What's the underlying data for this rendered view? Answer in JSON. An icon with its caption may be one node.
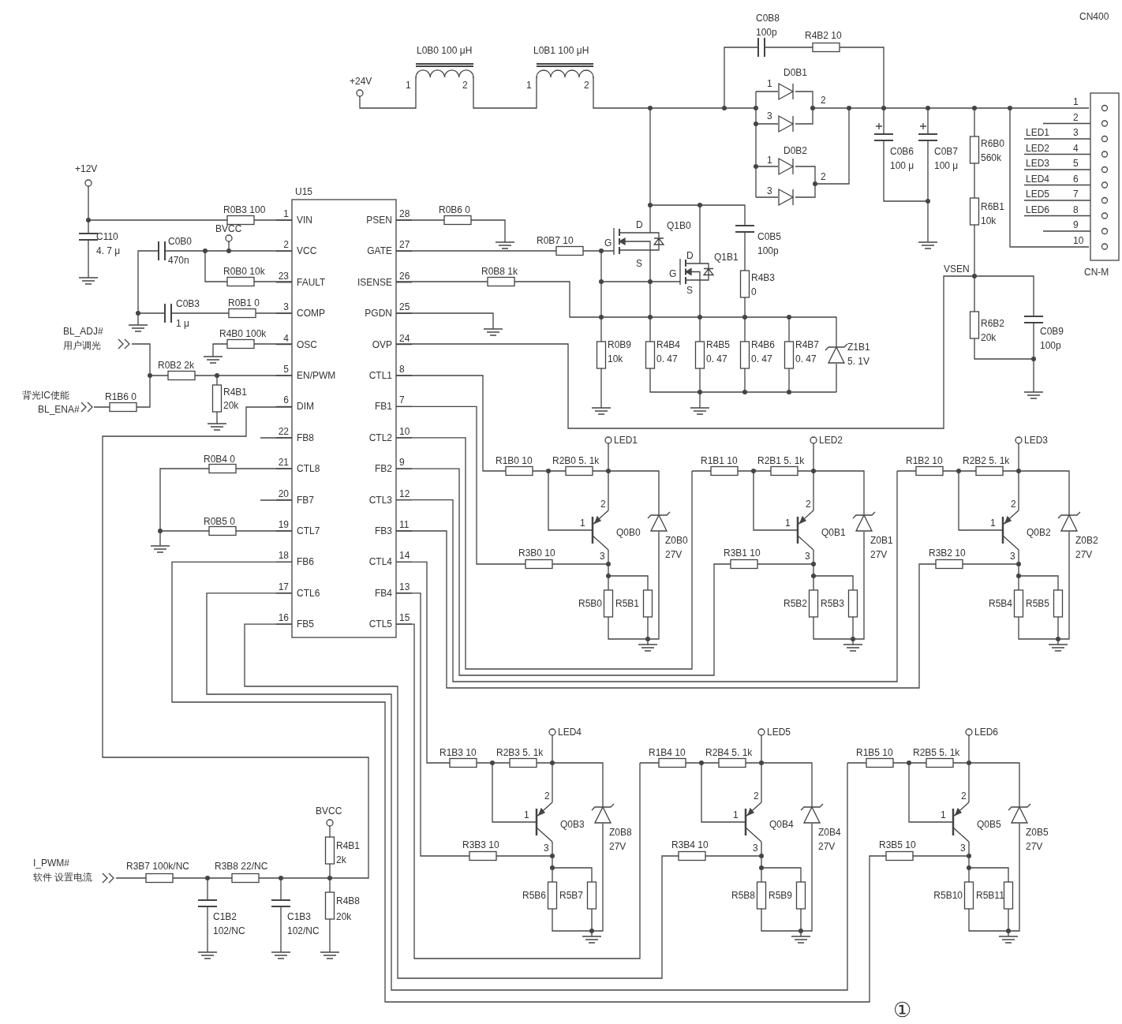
{
  "diagram": {
    "labels": [
      "+24V",
      "L0B0 100 μH",
      "1",
      "2",
      "L0B1 100 μH",
      "1",
      "2",
      "C0B8",
      "100p",
      "R4B2 10",
      "D0B1",
      "1",
      "2",
      "3",
      "CN400",
      "1",
      "2",
      "LED1",
      "3",
      "LED2",
      "4",
      "LED3",
      "5",
      "LED4",
      "6",
      "LED5",
      "7",
      "LED6",
      "8",
      "9",
      "10",
      "D0B2",
      "1",
      "2",
      "3",
      "C0B6",
      "100 μ",
      "C0B7",
      "100 μ",
      "R6B0",
      "560k",
      "R6B1",
      "10k",
      "+12V",
      "U15",
      "R0B3 100",
      "C110",
      "4. 7 μ",
      "C0B0",
      "470n",
      "BVCC",
      "R0B0 10k",
      "1",
      "VIN",
      "PSEN",
      "28",
      "2",
      "VCC",
      "GATE",
      "27",
      "23",
      "FAULT",
      "ISENSE",
      "26",
      "3",
      "COMP",
      "PGDN",
      "25",
      "4",
      "OSC",
      "OVP",
      "24",
      "5",
      "EN/PWM",
      "CTL1",
      "8",
      "6",
      "DIM",
      "FB1",
      "7",
      "22",
      "FB8",
      "CTL2",
      "10",
      "21",
      "CTL8",
      "FB2",
      "9",
      "20",
      "FB7",
      "CTL3",
      "12",
      "19",
      "CTL7",
      "FB3",
      "11",
      "18",
      "FB6",
      "CTL4",
      "14",
      "17",
      "CTL6",
      "FB4",
      "13",
      "16",
      "FB5",
      "CTL5",
      "15",
      "R0B6 0",
      "R0B7 10",
      "R0B8 1k",
      "D",
      "Q1B0",
      "G",
      "C0B5",
      "D",
      "Q1B1",
      "100p",
      "S",
      "G",
      "R4B3",
      "S",
      "0",
      "VSEN",
      "CN-M",
      "C0B3",
      "1 μ",
      "R0B1 0",
      "R4B0 100k",
      "BL_ADJ#",
      "用户调光",
      "R0B2 2k",
      "R4B1",
      "20k",
      "背光IC使能",
      "BL_ENA#",
      "R1B6 0",
      "R0B9",
      "10k",
      "R4B4",
      "0. 47",
      "R4B5",
      "0. 47",
      "R4B6",
      "0. 47",
      "R4B7",
      "0. 47",
      "Z1B1",
      "5. 1V",
      "R6B2",
      "20k",
      "C0B9",
      "100p",
      "R0B4 0",
      "R0B5 0",
      "R1B0 10",
      "R2B0 5. 1k",
      "LED1",
      "2",
      "1",
      "Q0B0",
      "Z0B0",
      "R3B0 10",
      "3",
      "27V",
      "R5B0",
      "R5B1",
      "R1B1 10",
      "R2B1 5. 1k",
      "LED2",
      "2",
      "1",
      "Q0B1",
      "Z0B1",
      "R3B1 10",
      "3",
      "27V",
      "R5B2",
      "R5B3",
      "R1B2 10",
      "R2B2 5. 1k",
      "LED3",
      "2",
      "1",
      "Q0B2",
      "Z0B2",
      "R3B2 10",
      "3",
      "27V",
      "R5B4",
      "R5B5",
      "R1B3 10",
      "R2B3 5. 1k",
      "LED4",
      "2",
      "1",
      "Q0B3",
      "Z0B8",
      "R3B3 10",
      "3",
      "27V",
      "R5B6",
      "R5B7",
      "R1B4 10",
      "R2B4 5. 1k",
      "LED5",
      "2",
      "1",
      "Q0B4",
      "Z0B4",
      "R3B4 10",
      "3",
      "27V",
      "R5B8",
      "R5B9",
      "R1B5 10",
      "R2B5 5. 1k",
      "LED6",
      "2",
      "1",
      "Q0B5",
      "Z0B5",
      "R3B5 10",
      "3",
      "27V",
      "R5B10",
      "R5B11",
      "BVCC",
      "R4B1",
      "2k",
      "I_PWM#",
      "软件 设置电流",
      "R3B7 100k/NC",
      "R3B8 22/NC",
      "R4B8",
      "C1B2",
      "C1B3",
      "20k",
      "102/NC",
      "102/NC",
      "①"
    ]
  }
}
